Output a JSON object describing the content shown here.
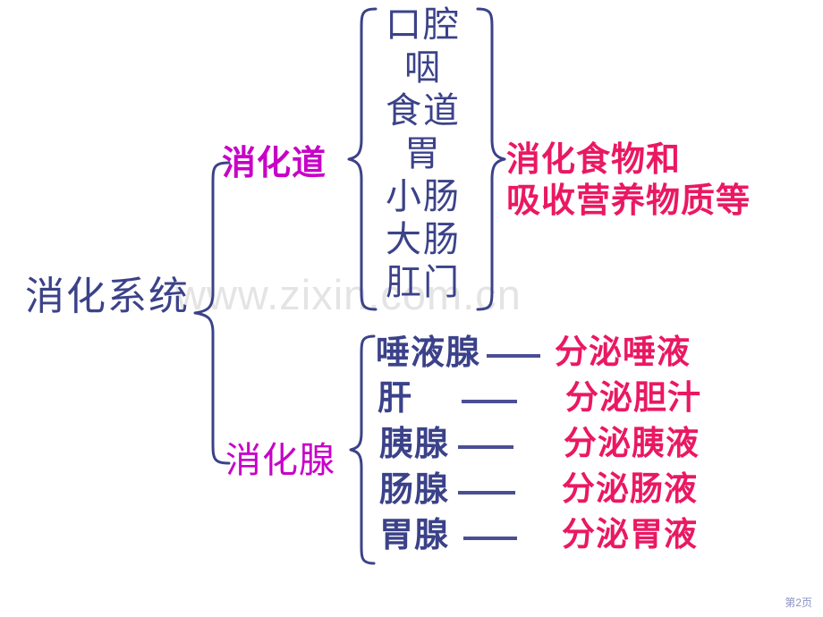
{
  "slide": {
    "page_label": "第2页",
    "watermark": "www.zixin.com.cn",
    "root": "消化系统",
    "colors": {
      "navy": "#3b4289",
      "magenta": "#c800c8",
      "crimson": "#ea1862",
      "watermark_gray": "#e4e4e4",
      "page_number_gray": "#8e93c4",
      "background": "#ffffff"
    }
  },
  "branches": {
    "tract": {
      "label": "消化道",
      "items": [
        "口腔",
        "咽",
        "食道",
        "胃",
        "小肠",
        "大肠",
        "肛门"
      ],
      "function_lines": [
        "消化食物和",
        "吸收营养物质等"
      ]
    },
    "gland": {
      "label": "消化腺",
      "rows": [
        {
          "name": "唾液腺",
          "connector": "——",
          "secretion": "分泌唾液"
        },
        {
          "name": "肝",
          "connector": "——",
          "secretion": "分泌胆汁"
        },
        {
          "name": "胰腺",
          "connector": "——",
          "secretion": "分泌胰液"
        },
        {
          "name": "肠腺",
          "connector": "——",
          "secretion": "分泌肠液"
        },
        {
          "name": "胃腺",
          "connector": "——",
          "secretion": "分泌胃液"
        }
      ]
    }
  }
}
